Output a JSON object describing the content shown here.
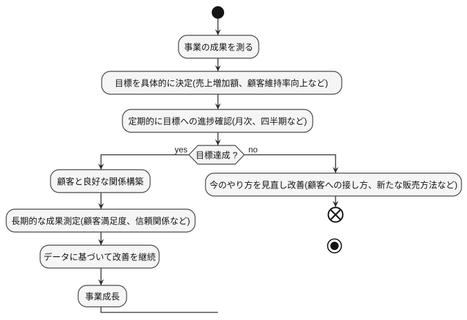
{
  "diagram": {
    "type": "activity-flowchart",
    "background": "#ffffff",
    "nodes": {
      "start": {
        "icon": "initial-node-filled-circle"
      },
      "measure": {
        "label": "事業の成果を測る"
      },
      "set_goals": {
        "label": "目標を具体的に決定(売上増加額、顧客維持率向上など)"
      },
      "check_progress": {
        "label": "定期的に目標への進捗確認(月次、四半期など)"
      },
      "decision": {
        "label": "目標達成 ?",
        "yes_label": "yes",
        "no_label": "no"
      },
      "build_relationship": {
        "label": "顧客と良好な関係構築"
      },
      "longterm_measurement": {
        "label": "長期的な成果測定(顧客満足度、信頼関係など)"
      },
      "continue_improvement": {
        "label": "データに基づいて改善を継続"
      },
      "business_growth": {
        "label": "事業成長"
      },
      "review_methods": {
        "label": "今のやり方を見直し改善(顧客への接し方、新たな販売方法など)"
      },
      "flow_final": {
        "icon": "circle-x-flow-final"
      },
      "end": {
        "icon": "bullseye-activity-final"
      }
    },
    "colors": {
      "node_fill": "#f5f5f5",
      "node_border": "#454545",
      "edge": "#2d2d2d",
      "text": "#111111",
      "terminal": "#141414"
    }
  }
}
